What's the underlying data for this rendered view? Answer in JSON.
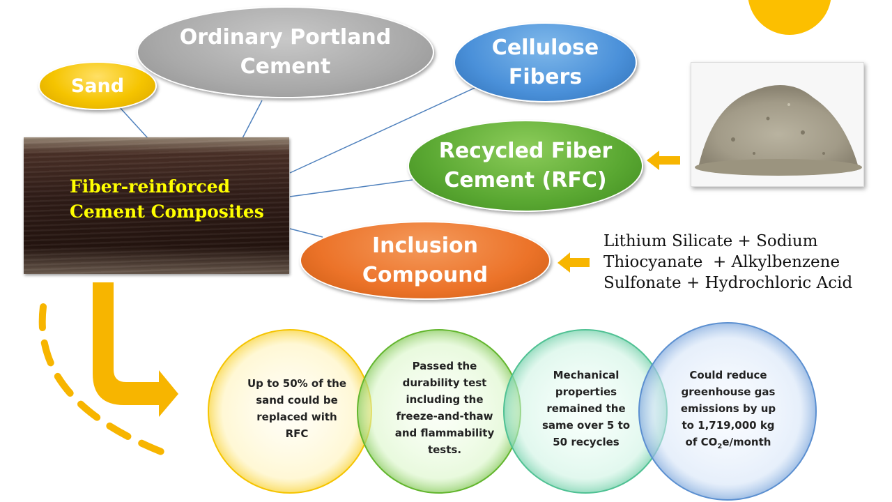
{
  "title": "",
  "nodes": {
    "sand": "Sand",
    "opc_line1": "Ordinary Portland",
    "opc_line2": "Cement",
    "cellulose_line1": "Cellulose",
    "cellulose_line2": "Fibers",
    "rfc_line1": "Recycled Fiber",
    "rfc_line2": "Cement (RFC)",
    "inclusion_line1": "Inclusion",
    "inclusion_line2": "Compound"
  },
  "board": {
    "line1": "Fiber-reinforced",
    "line2": "Cement Composites"
  },
  "compound_ingredients": {
    "line1": "Lithium Silicate + Sodium",
    "line2": "Thiocyanate  + Alkylbenzene",
    "line3": "Sulfonate + Hydrochloric Acid"
  },
  "outcomes": [
    {
      "lines": [
        "Up to 50% of the",
        "sand could be",
        "replaced with",
        "RFC"
      ],
      "color": "#f5c400"
    },
    {
      "lines": [
        "Passed the",
        "durability test",
        "including the",
        "freeze-and-thaw",
        "and flammability",
        "tests."
      ],
      "color": "#70c040"
    },
    {
      "lines": [
        "Mechanical",
        "properties",
        "remained the",
        "same over 5 to",
        "50 recycles"
      ],
      "color": "#5fc9a0"
    },
    {
      "lines": [
        "Could reduce",
        "greenhouse gas",
        "emissions by up",
        "to 1,719,000 kg"
      ],
      "last_prefix": "of CO",
      "last_sub": "2",
      "last_suffix": "e/month",
      "color": "#6b9bd6"
    }
  ],
  "colors": {
    "accent_yellow": "#fcbf00",
    "arrow": "#f7b500"
  },
  "icons": [
    "right-arrow-icon",
    "down-right-arrow-icon",
    "sun-circle"
  ]
}
